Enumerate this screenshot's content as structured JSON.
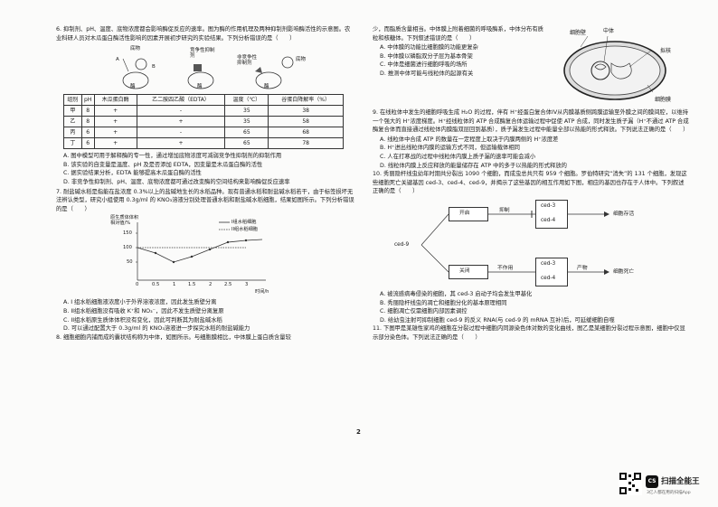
{
  "left": {
    "q6": {
      "stem": "6. 抑制剂、pH、温度、底物浓度都会影响酶促反应的速率。图为酶的作用机理及两种抑制剂影响酶活性的示意图。农业科研人员对木瓜蛋白酶活性影响的因素开展初步研究的实验结果。下列分析错误的是（　　）",
      "fig_labels": {
        "substrate": "底物",
        "A": "A",
        "B": "B",
        "enzyme": "酶",
        "competitive": "竞争性抑制剂",
        "noncompetitive": "非竞争性抑制剂",
        "enzyme2": "酶",
        "substrate2": "底物",
        "enzyme3": "酶"
      },
      "table_headers": [
        "组别",
        "pH",
        "木瓜蛋白酶",
        "乙二胺四乙酸（EDTA）",
        "温度（℃）",
        "谷蛋白降解率（%）"
      ],
      "table_rows": [
        [
          "甲",
          "8",
          "+",
          "-",
          "35",
          "38"
        ],
        [
          "乙",
          "8",
          "+",
          "+",
          "35",
          "58"
        ],
        [
          "丙",
          "6",
          "+",
          "-",
          "65",
          "68"
        ],
        [
          "丁",
          "6",
          "+",
          "+",
          "65",
          "78"
        ]
      ],
      "options": [
        "A. 图中模型可用于解释酶的专一性，通过增加底物浓度可减弱竞争性抑制剂的抑制作用",
        "B. 该实验的自变量是温度、pH 及是否添加 EDTA，因变量是木瓜蛋白酶的活性",
        "C. 据实验结果分析，EDTA 能够提高木瓜蛋白酶的活性",
        "D. 非竞争性抑制剂、pH、温度、底物浓度都可通过改变酶的空间结构来影响酶促反应速率"
      ]
    },
    "q7": {
      "stem": "7. 耐盐碱水稻是指能在盐浓度 0.3%以上的盐碱地生长的水稻品种。现有普通水稻和耐盐碱水稻若干，由于标签损坏无法辨认类型，研究小组使用 0.3g/ml 的 KNO₃溶液分别处理普通水稻和耐盐碱水稻细胞，结果如图所示。下列分析错误的是（　　）",
      "graph": {
        "ylabel": "原生质体体积相对值/%",
        "legend1": "I组水稻细胞",
        "legend2": "II组水稻细胞",
        "xlabel": "时间/h",
        "yticks": [
          "150",
          "100",
          "50"
        ],
        "xticks": [
          "0",
          "0.5",
          "1",
          "1.5",
          "2",
          "2.5",
          "3"
        ]
      },
      "options": [
        "A. I 组水稻细胞液浓度小于外界溶液浓度，因此发生质壁分离",
        "B. II组水稻细胞没有吸收 K⁺和 NO₃⁻，因此不发生质壁分离复原",
        "C. II组水稻原生质体体积没有变化，因此可判断其为耐盐碱水稻",
        "D. 可以通过配置大于 0.3g/ml 的 KNO₃溶液进一步探究水稻的耐盐碱能力"
      ]
    },
    "q8": {
      "stem": "8. 细胞细胞内捕而成的囊状结构称为中体，如图所示。与细胞膜相比，中体膜上蛋白质含量较"
    }
  },
  "right": {
    "q8cont": {
      "text": "少，而脂质含量相当。中体膜上附着细菌的呼吸酶系，中体分布有质粒和核糖体。下列叙述错误的是（　　）",
      "fig_labels": {
        "wall": "细胞壁",
        "mesosome": "中体",
        "nucleoid": "拟核",
        "membrane": "细胞膜"
      },
      "options": [
        "A. 中体膜的功能比细胞膜的功能更复杂",
        "B. 中体膜以磷脂双分子层为基本骨架",
        "C. 中体是细菌进行细胞呼吸的场所",
        "D. 推测中体可能与线粒体的起源有关"
      ]
    },
    "q9": {
      "stem": "9. 在线粒体中发生的细胞呼吸生成 H₂O 的过程，伴有 H⁺经蛋白复合体IV从内膜基质侧跨膜运输至外膜之间的膜间腔，以维持一个强大的 H⁺浓度梯度。H⁺经线粒体的 ATP 合成酶复合体运输过程中促使 ATP 合成，同时发生质子漏（H⁺不通过 ATP 合成酶复合体而直接通过线粒体内膜脂双层回到基质），质子漏发生过程中能量全部以热能的形式释放。下列说法正确的是（　　）",
      "options": [
        "A. 线粒体中合成 ATP 的数量在一定程度上取决于内膜两侧的 H⁺浓度差",
        "B. H⁺进出线粒体内膜的运输方式不同，但运输载体相同",
        "C. 人在打寒战的过程中线粒体内膜上质子漏的速率可能会减小",
        "D. 线粒体内膜上反应释放的能量储存在 ATP 中的多于以热能的形式释放的"
      ]
    },
    "q10": {
      "stem": "10. 秀丽隐杆线虫幼年时期共分裂出 1090 个细胞，而成虫总共只有 959 个细胞。罗伯特研究“消失”的 131 个细胞，发现这些细胞死亡关键基因 ced-3、ced-4、ced-9，并揭示了这些基因的相互作用如下图，相应的基因也存在于人体中。下列叙述正确的是（　　）",
      "flow": {
        "open": "开启",
        "inhibit": "抑制",
        "ced3a": "ced-3",
        "ced4a": "ced-4",
        "survive": "细胞存活",
        "ced9": "ced-9",
        "close": "关闭",
        "noeffect": "不作用",
        "ced3b": "ced-3",
        "ced4b": "ced-4",
        "product": "产物",
        "death": "细胞死亡"
      },
      "options": [
        "A. 被流感病毒侵染的细胞，其 ced-3 启动子均会发生甲基化",
        "B. 秀丽隐杆线虫的凋亡和细胞分化的基本原理相同",
        "C. 细胞凋亡仅需细胞内部因素调控",
        "D. 给幼虫注射可抑制细胞 ced-9 的反义 RNA(与 ced-9 的 mRNA 互补)后，可延缓细胞自噬"
      ]
    },
    "q11": {
      "stem": "11. 下图甲是某雄性家鸡的细胞在分裂过程中细胞内同源染色体对数的变化曲线，图乙是某细胞分裂过程示意图，细胞中仅显示部分染色体。下列说法正确的是（　　）"
    }
  },
  "page_number": "2",
  "brand": {
    "name": "扫描全能王",
    "sub": "3亿人都在用的扫描App",
    "badge": "CS"
  }
}
